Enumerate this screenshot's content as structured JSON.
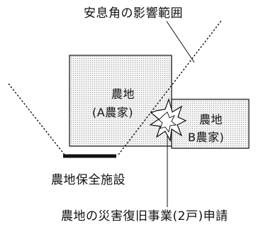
{
  "labels": {
    "repose_angle": "安息角の影響範囲",
    "farm_a_name": "農地",
    "farm_a_owner": "(A農家)",
    "farm_b_name": "農地",
    "farm_b_owner": "B農家)",
    "facility": "農地保全施設",
    "application": "農地の災害復旧事業(2戸)申請"
  },
  "colors": {
    "line": "#111111",
    "field_fill": "#f2f2f2",
    "dot": "#8a8a8a"
  }
}
